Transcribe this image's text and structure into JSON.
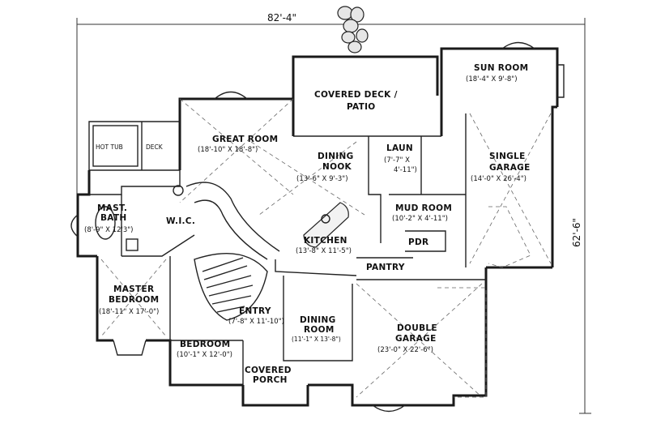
{
  "plan": {
    "overall_width": "82'-4\"",
    "overall_depth": "62'-6\"",
    "rooms": {
      "sun_room": {
        "name": "SUN ROOM",
        "dims": "(18'-4\" X 9'-8\")"
      },
      "covered_deck": {
        "name_line1": "COVERED DECK /",
        "name_line2": "PATIO"
      },
      "great_room": {
        "name": "GREAT ROOM",
        "dims": "(18'-10\" X 18'-8\")"
      },
      "hot_tub": {
        "name": "HOT TUB"
      },
      "deck": {
        "name": "DECK"
      },
      "dining_nook": {
        "name_line1": "DINING",
        "name_line2": "NOOK",
        "dims": "(13'-6\" X 9'-3\")"
      },
      "laundry": {
        "name_line1": "LAUN",
        "dims_line1": "(7'-7\" X",
        "dims_line2": "4'-11\")"
      },
      "single_garage": {
        "name_line1": "SINGLE",
        "name_line2": "GARAGE",
        "dims": "(14'-0\" X 26'-4\")"
      },
      "mast_bath": {
        "name_line1": "MAST.",
        "name_line2": "BATH",
        "dims": "(8'-9\" X 12'3\")"
      },
      "wic": {
        "name": "W.I.C."
      },
      "mud_room": {
        "name": "MUD ROOM",
        "dims": "(10'-2\" X 4'-11\")"
      },
      "pdr": {
        "name": "PDR"
      },
      "kitchen": {
        "name": "KITCHEN",
        "dims": "(13'-8\" X 11'-5\")"
      },
      "pantry": {
        "name": "PANTRY"
      },
      "master_bedroom": {
        "name_line1": "MASTER",
        "name_line2": "BEDROOM",
        "dims": "(18'-11\" X 17'-0\")"
      },
      "entry": {
        "name": "ENTRY",
        "dims": "(7'-8\" X 11'-10\")"
      },
      "dining_room": {
        "name_line1": "DINING",
        "name_line2": "ROOM",
        "dims": "(11'-1\" X 13'-8\")"
      },
      "double_garage": {
        "name_line1": "DOUBLE",
        "name_line2": "GARAGE",
        "dims": "(23'-0\" X 22'-6\")"
      },
      "bedroom": {
        "name": "BEDROOM",
        "dims": "(10'-1\" X 12'-0\")"
      },
      "covered_porch": {
        "name_line1": "COVERED",
        "name_line2": "PORCH"
      }
    }
  }
}
